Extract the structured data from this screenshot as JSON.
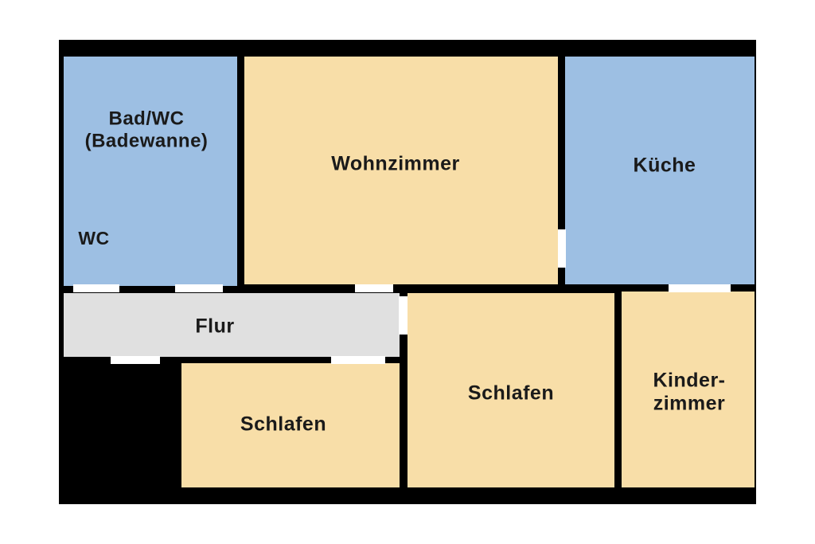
{
  "colors": {
    "wall": "#000000",
    "wet_room": "#9dbfe3",
    "living_room": "#f8dea8",
    "hallway": "#e0e0e0",
    "door_gap": "#ffffff"
  },
  "rooms": {
    "bad_wc": {
      "label": "Bad/WC\n(Badewanne)",
      "fill": "wet_room"
    },
    "wc": {
      "label": "WC",
      "fill": "wet_room"
    },
    "wohnzimmer": {
      "label": "Wohnzimmer",
      "fill": "living_room"
    },
    "kueche": {
      "label": "Küche",
      "fill": "wet_room"
    },
    "flur": {
      "label": "Flur",
      "fill": "hallway"
    },
    "schlafen_left": {
      "label": "Schlafen",
      "fill": "living_room"
    },
    "schlafen_center": {
      "label": "Schlafen",
      "fill": "living_room"
    },
    "kinderzimmer": {
      "label": "Kinder-\nzimmer",
      "fill": "living_room"
    }
  }
}
